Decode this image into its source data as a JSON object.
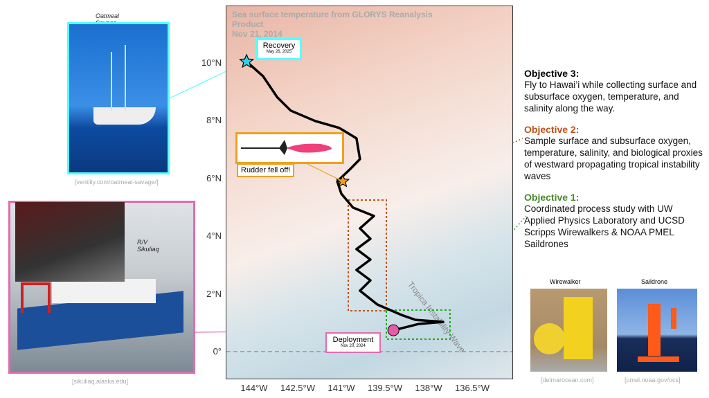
{
  "map": {
    "title_lines": [
      "Sea surface temperature from GLORYS Reanalysis",
      "Product",
      "Nov 21, 2014"
    ],
    "lat_ticks": [
      "10°N",
      "8°N",
      "6°N",
      "4°N",
      "2°N",
      "0°"
    ],
    "lon_ticks": [
      "144°W",
      "142.5°W",
      "141°W",
      "139.5°W",
      "138°W",
      "136.5°W"
    ],
    "wave_label": "Tropica  Instability  Wave",
    "recovery": {
      "label": "Recovery",
      "date": "May 26, 2025",
      "lon": -144.26,
      "lat": 10.05
    },
    "deployment": {
      "label": "Deployment",
      "date": "Nov 20, 2024",
      "lon": -139.21,
      "lat": 0.74
    },
    "rudder": {
      "label": "Rudder fell off!",
      "lon": -140.95,
      "lat": 5.9
    },
    "track": [
      [
        -144.26,
        10.05
      ],
      [
        -143.69,
        9.54
      ],
      [
        -143.21,
        8.82
      ],
      [
        -142.74,
        8.35
      ],
      [
        -141.9,
        7.99
      ],
      [
        -141.07,
        7.75
      ],
      [
        -140.48,
        7.39
      ],
      [
        -140.36,
        6.67
      ],
      [
        -140.71,
        6.31
      ],
      [
        -141.14,
        5.9
      ],
      [
        -141.0,
        5.47
      ],
      [
        -140.6,
        4.99
      ],
      [
        -139.88,
        4.7
      ],
      [
        -140.36,
        4.27
      ],
      [
        -140.0,
        3.91
      ],
      [
        -140.48,
        3.55
      ],
      [
        -140.0,
        3.19
      ],
      [
        -140.48,
        2.83
      ],
      [
        -140.0,
        2.47
      ],
      [
        -140.36,
        2.11
      ],
      [
        -139.76,
        1.63
      ],
      [
        -138.93,
        1.27
      ],
      [
        -138.45,
        1.1
      ],
      [
        -137.5,
        1.03
      ],
      [
        -138.33,
        0.96
      ],
      [
        -139.21,
        0.74
      ]
    ]
  },
  "photos": {
    "oatmeal": {
      "title_lines": [
        "Oatmeal",
        "Savage"
      ],
      "credit": "[ventlily.com/oatmeal-savage/]"
    },
    "sikuliaq": {
      "title_lines": [
        "R/V",
        "Sikuliaq"
      ],
      "credit": "[sikuliaq.alaska.edu]"
    },
    "wirewalker": {
      "title": "Wirewalker",
      "credit": "[delmarocean.com]"
    },
    "saildrone": {
      "title": "Saildrone",
      "credit": "[pmel.noaa.gov/ocs]"
    }
  },
  "objectives": [
    {
      "title": "Objective 3:",
      "text": "Fly to Hawai’i while collecting surface and subsurface oxygen, temperature, and salinity along the way.",
      "color": "#000000"
    },
    {
      "title": "Objective 2:",
      "text": "Sample surface and subsurface oxygen, temperature, salinity, and biological proxies of westward propagating tropical instability waves",
      "color": "#c0501a"
    },
    {
      "title": "Objective 1:",
      "text": "Coordinated process study with UW Applied Physics Laboratory and UCSD Scripps Wirewalkers & NOAA PMEL Saildrones",
      "color": "#4a8a2a"
    }
  ]
}
